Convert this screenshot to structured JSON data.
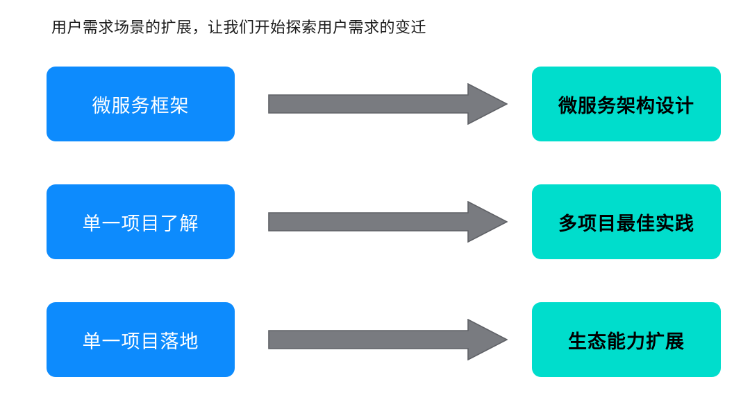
{
  "slide": {
    "title": "用户需求场景的扩展，让我们开始探索用户需求的变迁",
    "background_color": "#ffffff"
  },
  "palette": {
    "source_box_fill": "#0d8bfd",
    "source_box_text": "#ffffff",
    "target_box_fill": "#00ddcc",
    "target_box_text": "#000000",
    "arrow_fill": "#797b80",
    "arrow_stroke": "#5f6166",
    "title_text": "#1c1c1c"
  },
  "rows": [
    {
      "source_label": "微服务框架",
      "arrow_icon": "right-block-arrow-icon",
      "target_label": "微服务架构设计"
    },
    {
      "source_label": "单一项目了解",
      "arrow_icon": "right-block-arrow-icon",
      "target_label": "多项目最佳实践"
    },
    {
      "source_label": "单一项目落地",
      "arrow_icon": "right-block-arrow-icon",
      "target_label": "生态能力扩展"
    }
  ]
}
